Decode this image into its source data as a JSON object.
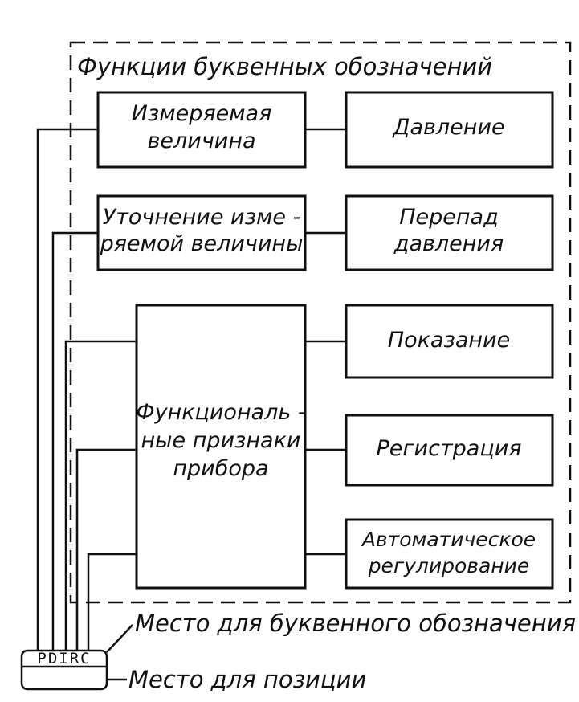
{
  "frame_title": "Функции буквенных обозначений",
  "left_blocks": {
    "measured": [
      "Измеряемая",
      "величина"
    ],
    "refinement": [
      "Уточнение изме -",
      "ряемой величины"
    ],
    "functional": [
      "Функциональ -",
      "ные признаки",
      "прибора"
    ]
  },
  "right_blocks": {
    "pressure": [
      "Давление"
    ],
    "pressure_drop": [
      "Перепад",
      "давления"
    ],
    "indication": [
      "Показание"
    ],
    "registration": [
      "Регистрация"
    ],
    "auto_control": [
      "Автоматическое",
      "регулирование"
    ]
  },
  "instrument": {
    "code": "PDIRC"
  },
  "captions": {
    "letter_place": "Место для буквенного обозначения",
    "position_place": "Место для позиции"
  }
}
